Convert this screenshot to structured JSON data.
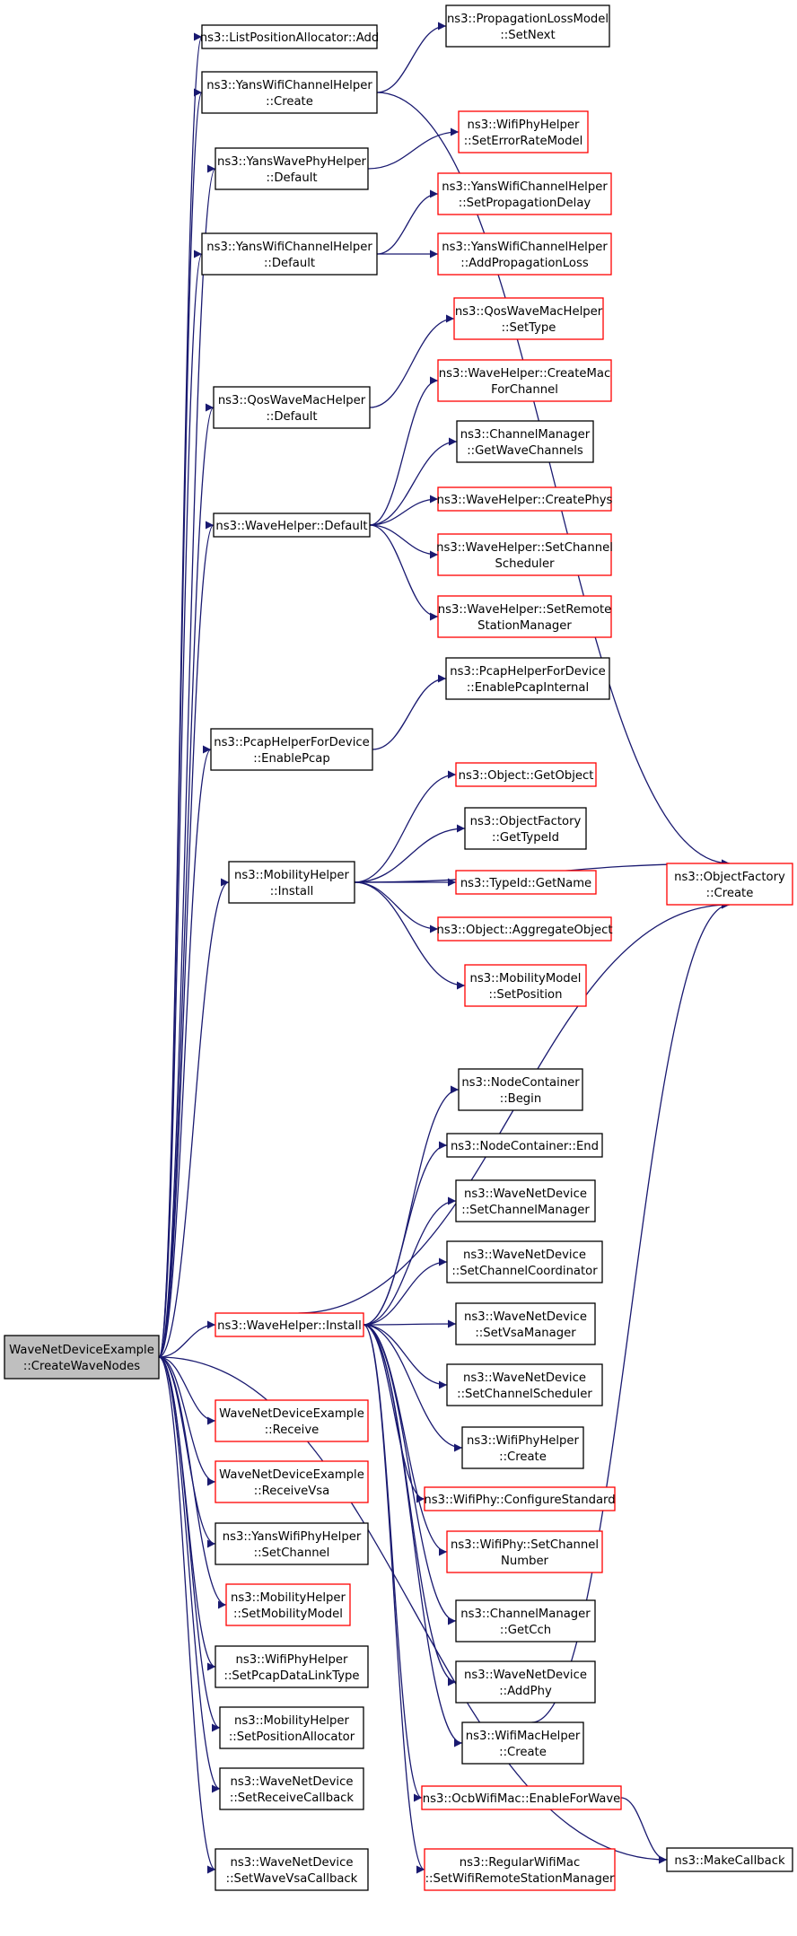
{
  "colors": {
    "edge": "#191970",
    "border_default": "#000000",
    "border_truncated": "#ff0000",
    "root_fill": "#bfbfbf",
    "node_fill": "#ffffff"
  },
  "nodes": [
    {
      "id": "root",
      "lines": [
        "WaveNetDeviceExample",
        "::CreateWaveNodes"
      ],
      "style": "root"
    },
    {
      "id": "listpos_add",
      "lines": [
        "ns3::ListPositionAllocator::Add"
      ],
      "style": "normal"
    },
    {
      "id": "prop_setnext",
      "lines": [
        "ns3::PropagationLossModel",
        "::SetNext"
      ],
      "style": "normal"
    },
    {
      "id": "yanschan_create",
      "lines": [
        "ns3::YansWifiChannelHelper",
        "::Create"
      ],
      "style": "normal"
    },
    {
      "id": "wifiphy_seterr",
      "lines": [
        "ns3::WifiPhyHelper",
        "::SetErrorRateModel"
      ],
      "style": "red"
    },
    {
      "id": "yanswavephy_default",
      "lines": [
        "ns3::YansWavePhyHelper",
        "::Default"
      ],
      "style": "normal"
    },
    {
      "id": "yanschan_setdelay",
      "lines": [
        "ns3::YansWifiChannelHelper",
        "::SetPropagationDelay"
      ],
      "style": "red"
    },
    {
      "id": "yanschan_default",
      "lines": [
        "ns3::YansWifiChannelHelper",
        "::Default"
      ],
      "style": "normal"
    },
    {
      "id": "yanschan_addloss",
      "lines": [
        "ns3::YansWifiChannelHelper",
        "::AddPropagationLoss"
      ],
      "style": "red"
    },
    {
      "id": "qosmac_settype",
      "lines": [
        "ns3::QosWaveMacHelper",
        "::SetType"
      ],
      "style": "red"
    },
    {
      "id": "qosmac_default",
      "lines": [
        "ns3::QosWaveMacHelper",
        "::Default"
      ],
      "style": "normal"
    },
    {
      "id": "wave_createmac",
      "lines": [
        "ns3::WaveHelper::CreateMac",
        "ForChannel"
      ],
      "style": "red"
    },
    {
      "id": "chanmgr_getwave",
      "lines": [
        "ns3::ChannelManager",
        "::GetWaveChannels"
      ],
      "style": "normal"
    },
    {
      "id": "wave_default",
      "lines": [
        "ns3::WaveHelper::Default"
      ],
      "style": "normal"
    },
    {
      "id": "wave_createphys",
      "lines": [
        "ns3::WaveHelper::CreatePhys"
      ],
      "style": "red"
    },
    {
      "id": "wave_setchansched",
      "lines": [
        "ns3::WaveHelper::SetChannel",
        "Scheduler"
      ],
      "style": "red"
    },
    {
      "id": "wave_setremote",
      "lines": [
        "ns3::WaveHelper::SetRemote",
        "StationManager"
      ],
      "style": "red"
    },
    {
      "id": "pcapdev_internal",
      "lines": [
        "ns3::PcapHelperForDevice",
        "::EnablePcapInternal"
      ],
      "style": "normal"
    },
    {
      "id": "pcapdev_enable",
      "lines": [
        "ns3::PcapHelperForDevice",
        "::EnablePcap"
      ],
      "style": "normal"
    },
    {
      "id": "obj_getobject",
      "lines": [
        "ns3::Object::GetObject"
      ],
      "style": "red"
    },
    {
      "id": "objfact_gettypeid",
      "lines": [
        "ns3::ObjectFactory",
        "::GetTypeId"
      ],
      "style": "normal"
    },
    {
      "id": "mobility_install",
      "lines": [
        "ns3::MobilityHelper",
        "::Install"
      ],
      "style": "normal"
    },
    {
      "id": "typeid_getname",
      "lines": [
        "ns3::TypeId::GetName"
      ],
      "style": "red"
    },
    {
      "id": "objfact_create",
      "lines": [
        "ns3::ObjectFactory",
        "::Create"
      ],
      "style": "red"
    },
    {
      "id": "obj_aggregate",
      "lines": [
        "ns3::Object::AggregateObject"
      ],
      "style": "red"
    },
    {
      "id": "mobmodel_setpos",
      "lines": [
        "ns3::MobilityModel",
        "::SetPosition"
      ],
      "style": "red"
    },
    {
      "id": "nodecont_begin",
      "lines": [
        "ns3::NodeContainer",
        "::Begin"
      ],
      "style": "normal"
    },
    {
      "id": "nodecont_end",
      "lines": [
        "ns3::NodeContainer::End"
      ],
      "style": "normal"
    },
    {
      "id": "wnd_setchanmgr",
      "lines": [
        "ns3::WaveNetDevice",
        "::SetChannelManager"
      ],
      "style": "normal"
    },
    {
      "id": "wnd_setchancoord",
      "lines": [
        "ns3::WaveNetDevice",
        "::SetChannelCoordinator"
      ],
      "style": "normal"
    },
    {
      "id": "wave_install",
      "lines": [
        "ns3::WaveHelper::Install"
      ],
      "style": "red"
    },
    {
      "id": "wnd_setvsa",
      "lines": [
        "ns3::WaveNetDevice",
        "::SetVsaManager"
      ],
      "style": "normal"
    },
    {
      "id": "wnd_setchansched",
      "lines": [
        "ns3::WaveNetDevice",
        "::SetChannelScheduler"
      ],
      "style": "normal"
    },
    {
      "id": "ex_receive",
      "lines": [
        "WaveNetDeviceExample",
        "::Receive"
      ],
      "style": "red"
    },
    {
      "id": "wifiphyh_create",
      "lines": [
        "ns3::WifiPhyHelper",
        "::Create"
      ],
      "style": "normal"
    },
    {
      "id": "ex_receivevsa",
      "lines": [
        "WaveNetDeviceExample",
        "::ReceiveVsa"
      ],
      "style": "red"
    },
    {
      "id": "wifiphy_configstd",
      "lines": [
        "ns3::WifiPhy::ConfigureStandard"
      ],
      "style": "red"
    },
    {
      "id": "yansphy_setchan",
      "lines": [
        "ns3::YansWifiPhyHelper",
        "::SetChannel"
      ],
      "style": "normal"
    },
    {
      "id": "wifiphy_setchannum",
      "lines": [
        "ns3::WifiPhy::SetChannel",
        "Number"
      ],
      "style": "red"
    },
    {
      "id": "mob_setmodel",
      "lines": [
        "ns3::MobilityHelper",
        "::SetMobilityModel"
      ],
      "style": "red"
    },
    {
      "id": "chanmgr_getcch",
      "lines": [
        "ns3::ChannelManager",
        "::GetCch"
      ],
      "style": "normal"
    },
    {
      "id": "wifiphyh_setpcap",
      "lines": [
        "ns3::WifiPhyHelper",
        "::SetPcapDataLinkType"
      ],
      "style": "normal"
    },
    {
      "id": "wnd_addphy",
      "lines": [
        "ns3::WaveNetDevice",
        "::AddPhy"
      ],
      "style": "normal"
    },
    {
      "id": "mob_setposalloc",
      "lines": [
        "ns3::MobilityHelper",
        "::SetPositionAllocator"
      ],
      "style": "normal"
    },
    {
      "id": "wifimac_create",
      "lines": [
        "ns3::WifiMacHelper",
        "::Create"
      ],
      "style": "normal"
    },
    {
      "id": "wnd_setrecvcb",
      "lines": [
        "ns3::WaveNetDevice",
        "::SetReceiveCallback"
      ],
      "style": "normal"
    },
    {
      "id": "ocb_enablewave",
      "lines": [
        "ns3::OcbWifiMac::EnableForWave"
      ],
      "style": "red"
    },
    {
      "id": "makecallback",
      "lines": [
        "ns3::MakeCallback"
      ],
      "style": "normal"
    },
    {
      "id": "wnd_setvsacb",
      "lines": [
        "ns3::WaveNetDevice",
        "::SetWaveVsaCallback"
      ],
      "style": "normal"
    },
    {
      "id": "regular_setremote",
      "lines": [
        "ns3::RegularWifiMac",
        "::SetWifiRemoteStationManager"
      ],
      "style": "red"
    }
  ],
  "edges": [
    [
      "root",
      "listpos_add"
    ],
    [
      "root",
      "yanschan_create"
    ],
    [
      "root",
      "yanswavephy_default"
    ],
    [
      "root",
      "yanschan_default"
    ],
    [
      "root",
      "qosmac_default"
    ],
    [
      "root",
      "wave_default"
    ],
    [
      "root",
      "pcapdev_enable"
    ],
    [
      "root",
      "mobility_install"
    ],
    [
      "root",
      "wave_install"
    ],
    [
      "root",
      "ex_receive"
    ],
    [
      "root",
      "ex_receivevsa"
    ],
    [
      "root",
      "yansphy_setchan"
    ],
    [
      "root",
      "mob_setmodel"
    ],
    [
      "root",
      "wifiphyh_setpcap"
    ],
    [
      "root",
      "mob_setposalloc"
    ],
    [
      "root",
      "wnd_setrecvcb"
    ],
    [
      "root",
      "wnd_setvsacb"
    ],
    [
      "root",
      "makecallback"
    ],
    [
      "yanschan_create",
      "prop_setnext"
    ],
    [
      "yanschan_create",
      "objfact_create"
    ],
    [
      "yanswavephy_default",
      "wifiphy_seterr"
    ],
    [
      "yanschan_default",
      "yanschan_setdelay"
    ],
    [
      "yanschan_default",
      "yanschan_addloss"
    ],
    [
      "qosmac_default",
      "qosmac_settype"
    ],
    [
      "wave_default",
      "wave_createmac"
    ],
    [
      "wave_default",
      "chanmgr_getwave"
    ],
    [
      "wave_default",
      "wave_createphys"
    ],
    [
      "wave_default",
      "wave_setchansched"
    ],
    [
      "wave_default",
      "wave_setremote"
    ],
    [
      "pcapdev_enable",
      "pcapdev_internal"
    ],
    [
      "mobility_install",
      "obj_getobject"
    ],
    [
      "mobility_install",
      "objfact_gettypeid"
    ],
    [
      "mobility_install",
      "typeid_getname"
    ],
    [
      "mobility_install",
      "objfact_create"
    ],
    [
      "mobility_install",
      "obj_aggregate"
    ],
    [
      "mobility_install",
      "mobmodel_setpos"
    ],
    [
      "wave_install",
      "objfact_create"
    ],
    [
      "wave_install",
      "nodecont_begin"
    ],
    [
      "wave_install",
      "nodecont_end"
    ],
    [
      "wave_install",
      "wnd_setchanmgr"
    ],
    [
      "wave_install",
      "wnd_setchancoord"
    ],
    [
      "wave_install",
      "wnd_setvsa"
    ],
    [
      "wave_install",
      "wnd_setchansched"
    ],
    [
      "wave_install",
      "wifiphyh_create"
    ],
    [
      "wave_install",
      "wifiphy_configstd"
    ],
    [
      "wave_install",
      "wifiphy_setchannum"
    ],
    [
      "wave_install",
      "chanmgr_getcch"
    ],
    [
      "wave_install",
      "wnd_addphy"
    ],
    [
      "wave_install",
      "wifimac_create"
    ],
    [
      "wave_install",
      "ocb_enablewave"
    ],
    [
      "wave_install",
      "regular_setremote"
    ],
    [
      "wifimac_create",
      "objfact_create"
    ],
    [
      "ocb_enablewave",
      "makecallback"
    ]
  ]
}
